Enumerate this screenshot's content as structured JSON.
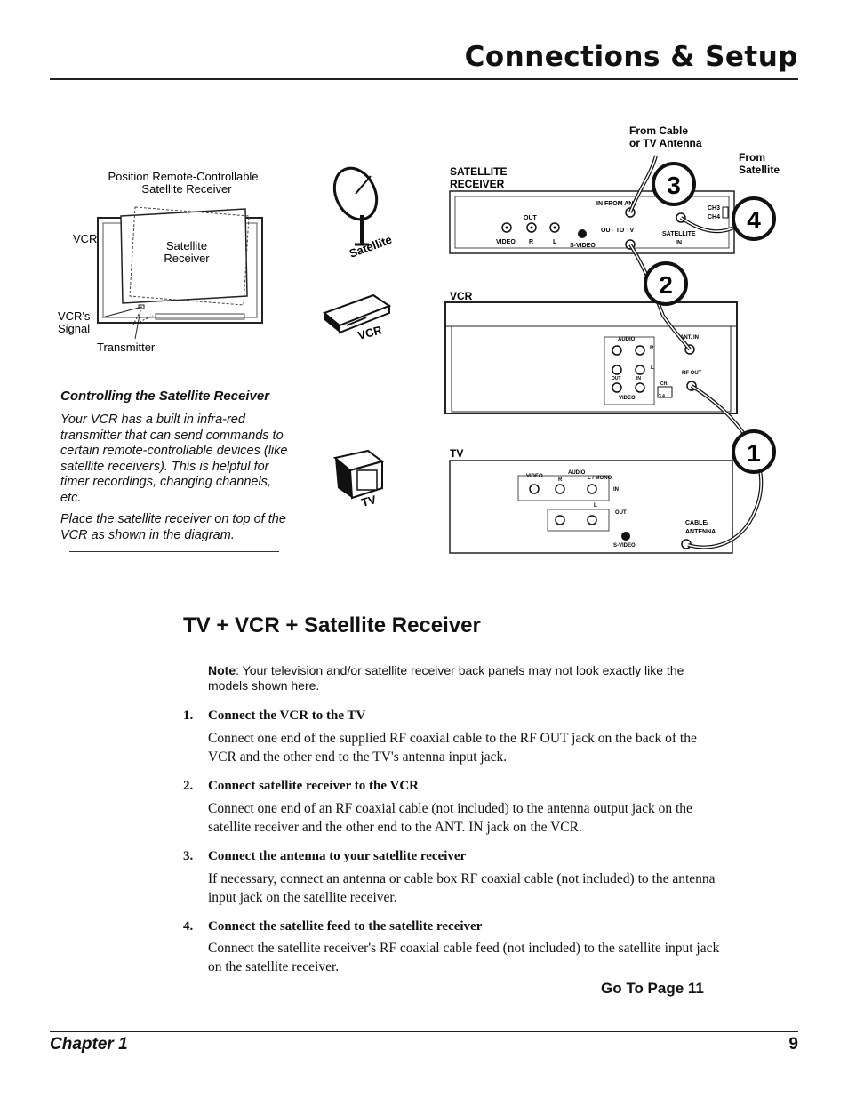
{
  "header": {
    "title": "Connections & Setup"
  },
  "footer": {
    "chapter": "Chapter 1",
    "page_number": "9"
  },
  "placement_diagram": {
    "title_line1": "Position Remote-Controllable",
    "title_line2": "Satellite Receiver",
    "vcr_label": "VCR",
    "receiver_line1": "Satellite",
    "receiver_line2": "Receiver",
    "signal_line1": "VCR's",
    "signal_line2": "Signal",
    "transmitter_label": "Transmitter"
  },
  "device_icons": {
    "satellite": "Satellite",
    "vcr": "VCR",
    "tv": "TV"
  },
  "sidebar": {
    "heading": "Controlling the Satellite Receiver",
    "paragraph1": "Your VCR has a built in infra-red transmitter that can send commands to certain remote-controllable devices (like satellite receivers).  This is helpful for timer recordings, changing channels, etc.",
    "paragraph2": "Place the satellite receiver on top of the VCR as shown in the diagram."
  },
  "connection_diagram": {
    "from_cable_line1": "From Cable",
    "from_cable_line2": "or TV Antenna",
    "from_satellite_line1": "From",
    "from_satellite_line2": "Satellite",
    "satellite_receiver": {
      "label_line1": "SATELLITE",
      "label_line2": "RECEIVER",
      "out": "OUT",
      "video": "VIDEO",
      "r": "R",
      "l": "L",
      "svideo": "S-VIDEO",
      "in_from_ant": "IN FROM ANT",
      "out_to_tv": "OUT TO TV",
      "satellite_in_line1": "SATELLITE",
      "satellite_in_line2": "IN",
      "ch3": "CH3",
      "ch4": "CH4"
    },
    "vcr": {
      "label": "VCR",
      "audio": "AUDIO",
      "r": "R",
      "l": "L",
      "out": "OUT",
      "in": "IN",
      "video": "VIDEO",
      "ant_in": "ANT. IN",
      "rf_out": "RF OUT",
      "ch": "CH.",
      "ch_nums": "3    4"
    },
    "tv": {
      "label": "TV",
      "video": "VIDEO",
      "audio": "AUDIO",
      "r": "R",
      "l_mono": "L / MONO",
      "in": "IN",
      "l": "L",
      "out": "OUT",
      "svideo": "S-VIDEO",
      "cable_line1": "CABLE/",
      "cable_line2": "ANTENNA"
    },
    "step_badges": [
      "1",
      "2",
      "3",
      "4"
    ]
  },
  "section": {
    "title": "TV + VCR + Satellite Receiver",
    "note_label": "Note",
    "note_text": ": Your television and/or satellite receiver back panels may not look exactly like the models shown here.",
    "steps": [
      {
        "num": "1.",
        "heading": "Connect the VCR to the TV",
        "body": "Connect one end of the supplied RF coaxial cable to the RF OUT jack on the back of the VCR and the other end to the TV's antenna input jack."
      },
      {
        "num": "2.",
        "heading": "Connect satellite receiver to the VCR",
        "body": "Connect one end of an RF coaxial cable (not included) to the antenna output jack on the satellite receiver and the other end to the ANT. IN jack on the VCR."
      },
      {
        "num": "3.",
        "heading": "Connect the antenna to your satellite receiver",
        "body": "If necessary, connect an antenna or cable box RF coaxial cable (not included) to the antenna input jack on the satellite receiver."
      },
      {
        "num": "4.",
        "heading": "Connect the satellite feed to the satellite receiver",
        "body": "Connect the satellite receiver's RF coaxial cable feed (not included) to the satellite input jack on the satellite receiver."
      }
    ],
    "goto": "Go To Page 11"
  }
}
